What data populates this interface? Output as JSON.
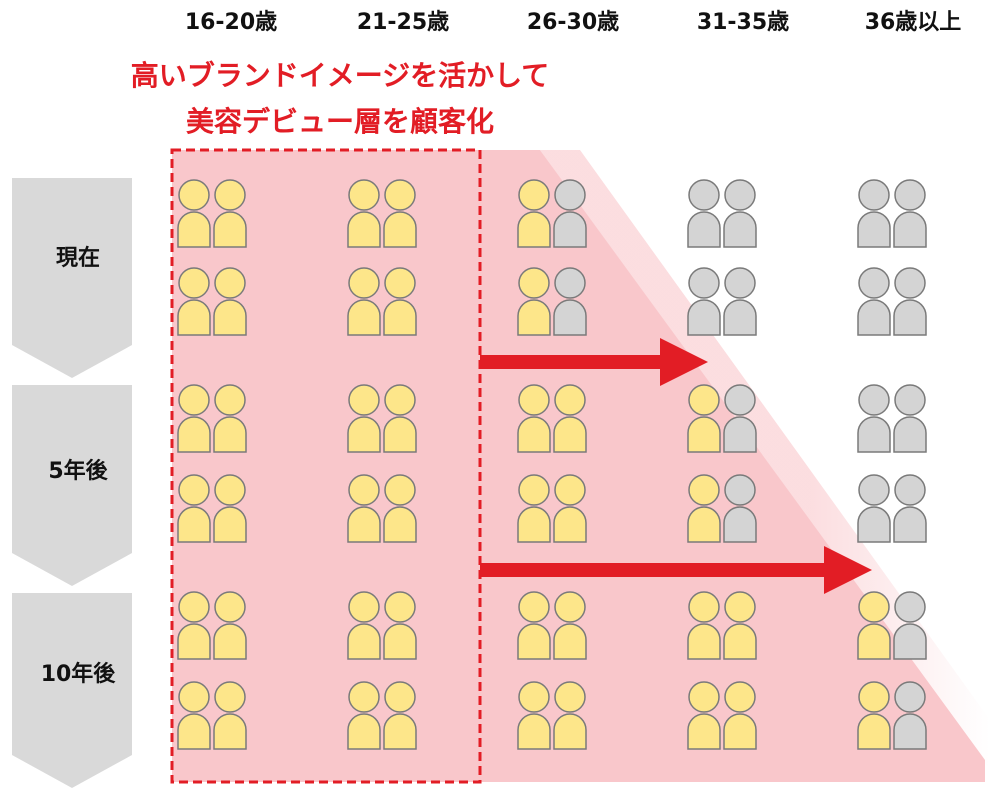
{
  "column_headers": [
    "16-20歳",
    "21-25歳",
    "26-30歳",
    "31-35歳",
    "36歳以上"
  ],
  "headline": {
    "line1": "高いブランドイメージを活かして",
    "line2": "美容デビュー層を顧客化"
  },
  "phases": [
    "現在",
    "5年後",
    "10年後"
  ],
  "colors": {
    "customer": "#fde68a",
    "non_customer": "#d4d4d4",
    "outline": "#7a7a7a",
    "accent_red": "#e21d25",
    "highlight_pink": "#f9c7cb",
    "phase_arrow": "#d9d9d9"
  },
  "legend_semantics": {
    "customer": "yellow person",
    "non_customer": "gray person"
  },
  "grid": {
    "rows": [
      [
        [
          1,
          1
        ],
        [
          1,
          1
        ],
        [
          1,
          0
        ],
        [
          0,
          0
        ],
        [
          0,
          0
        ]
      ],
      [
        [
          1,
          1
        ],
        [
          1,
          1
        ],
        [
          1,
          0
        ],
        [
          0,
          0
        ],
        [
          0,
          0
        ]
      ],
      [
        [
          1,
          1
        ],
        [
          1,
          1
        ],
        [
          1,
          1
        ],
        [
          1,
          0
        ],
        [
          0,
          0
        ]
      ],
      [
        [
          1,
          1
        ],
        [
          1,
          1
        ],
        [
          1,
          1
        ],
        [
          1,
          0
        ],
        [
          0,
          0
        ]
      ],
      [
        [
          1,
          1
        ],
        [
          1,
          1
        ],
        [
          1,
          1
        ],
        [
          1,
          1
        ],
        [
          1,
          0
        ]
      ],
      [
        [
          1,
          1
        ],
        [
          1,
          1
        ],
        [
          1,
          1
        ],
        [
          1,
          1
        ],
        [
          1,
          0
        ]
      ]
    ]
  }
}
